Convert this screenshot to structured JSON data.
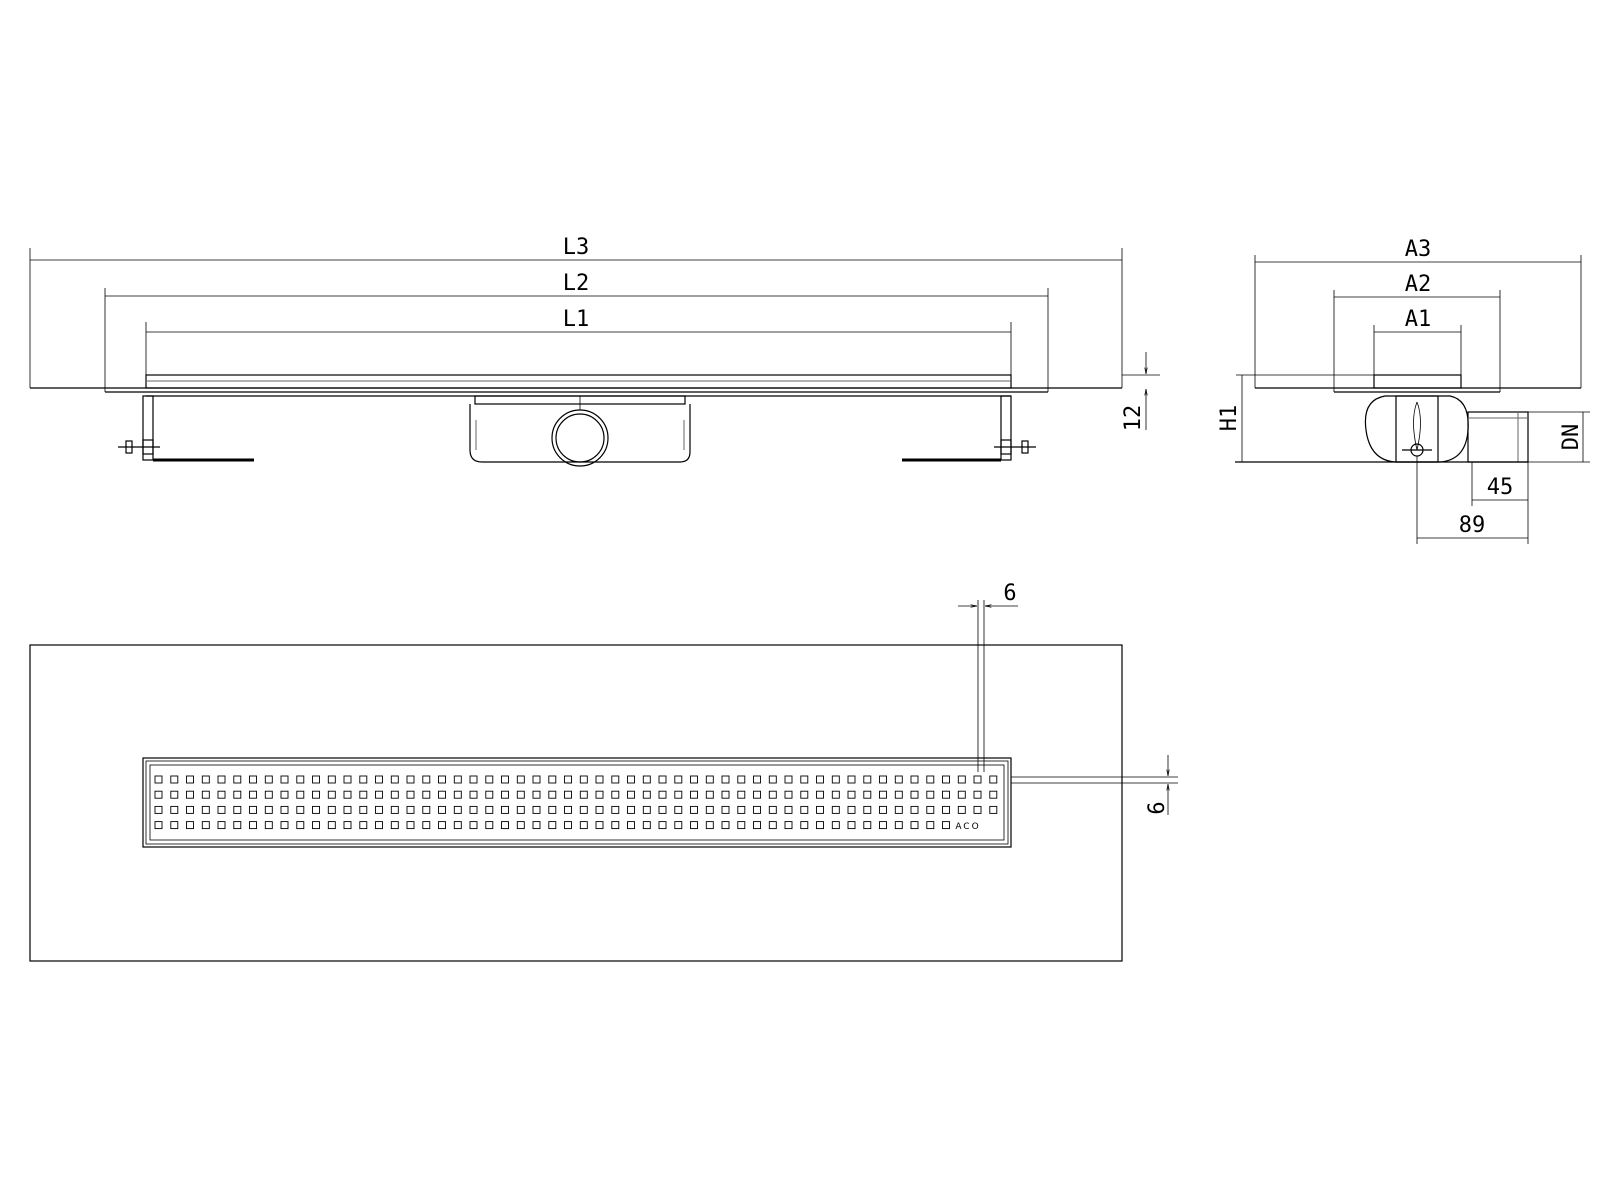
{
  "side_view": {
    "dims": {
      "L3": "L3",
      "L2": "L2",
      "L1": "L1",
      "height": "12"
    }
  },
  "section_view": {
    "dims": {
      "A3": "A3",
      "A2": "A2",
      "A1": "A1",
      "H1": "H1",
      "DN": "DN",
      "d45": "45",
      "d89": "89"
    }
  },
  "plan_view": {
    "dims": {
      "gap_top": "6",
      "gap_side": "6"
    },
    "grate_logo": "ACO",
    "grate_rows": 4,
    "grate_cols": 54
  }
}
